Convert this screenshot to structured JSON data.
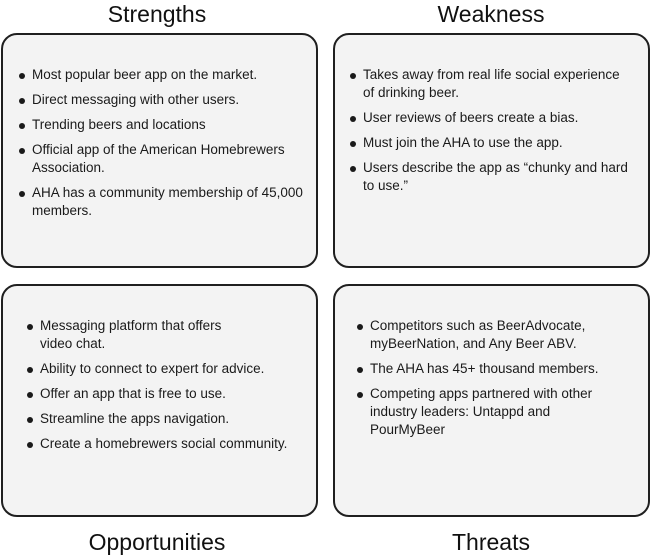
{
  "quadrants": {
    "strengths": {
      "title": "Strengths",
      "items": [
        "Most popular beer app on the market.",
        "Direct messaging with other users.",
        "Trending beers and locations",
        "Official app of the American Homebrewers Association.",
        "AHA has a community membership of 45,000 members."
      ]
    },
    "weakness": {
      "title": "Weakness",
      "items": [
        "Takes away from real life social experience of drinking beer.",
        "User reviews of beers create a bias.",
        "Must join the AHA to use the app.",
        "Users describe the app as “chunky and hard to use.”"
      ]
    },
    "opportunities": {
      "title": "Opportunities",
      "items": [
        "Messaging platform that offers video chat.",
        "Ability to connect to expert for advice.",
        "Offer an app that is free to use.",
        "Streamline the apps navigation.",
        "Create a homebrewers social community."
      ]
    },
    "threats": {
      "title": "Threats",
      "items": [
        "Competitors such as BeerAdvocate, myBeerNation, and Any Beer ABV.",
        "The AHA has 45+ thousand members.",
        "Competing apps partnered with other industry leaders: Untappd and PourMyBeer"
      ]
    }
  }
}
